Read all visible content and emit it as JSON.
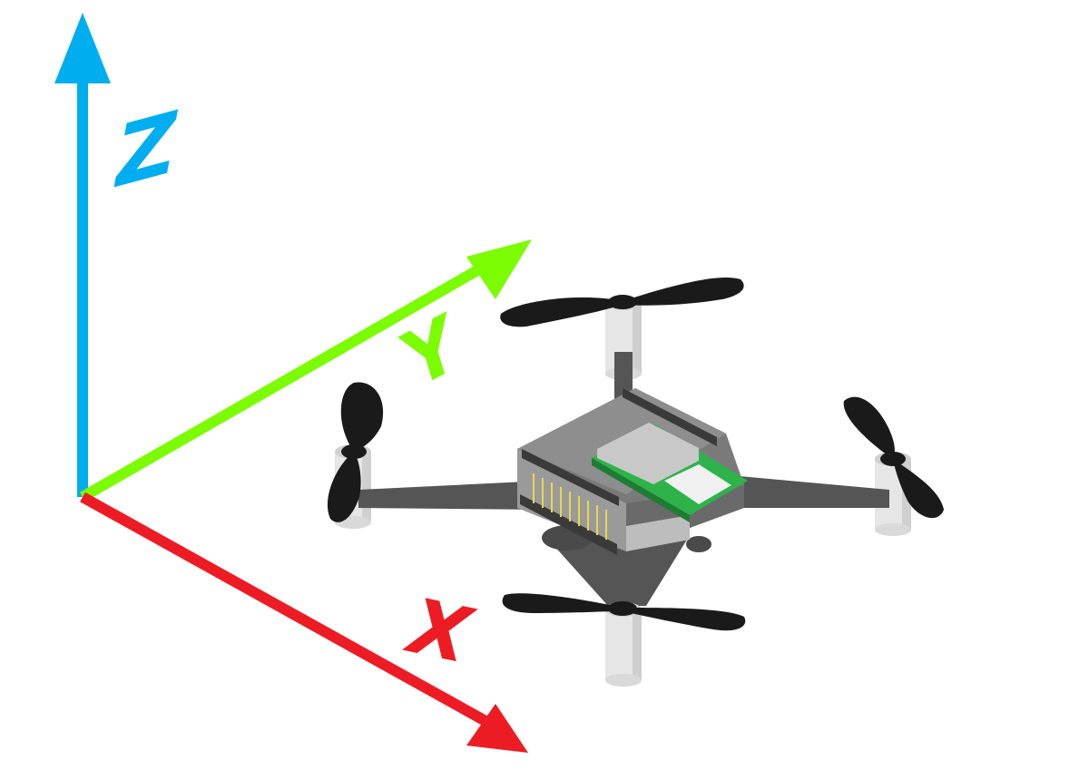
{
  "axes": {
    "z": {
      "label": "Z",
      "color": "#00aeef"
    },
    "y": {
      "label": "Y",
      "color": "#7cfc00"
    },
    "x": {
      "label": "X",
      "color": "#ed1c24"
    }
  },
  "drone": {
    "frame_color": "#555555",
    "propeller_color": "#1a1a1a",
    "motor_color": "#e6e6e6",
    "board_color": "#8a8a8a",
    "pcb_color": "#2db34a"
  }
}
